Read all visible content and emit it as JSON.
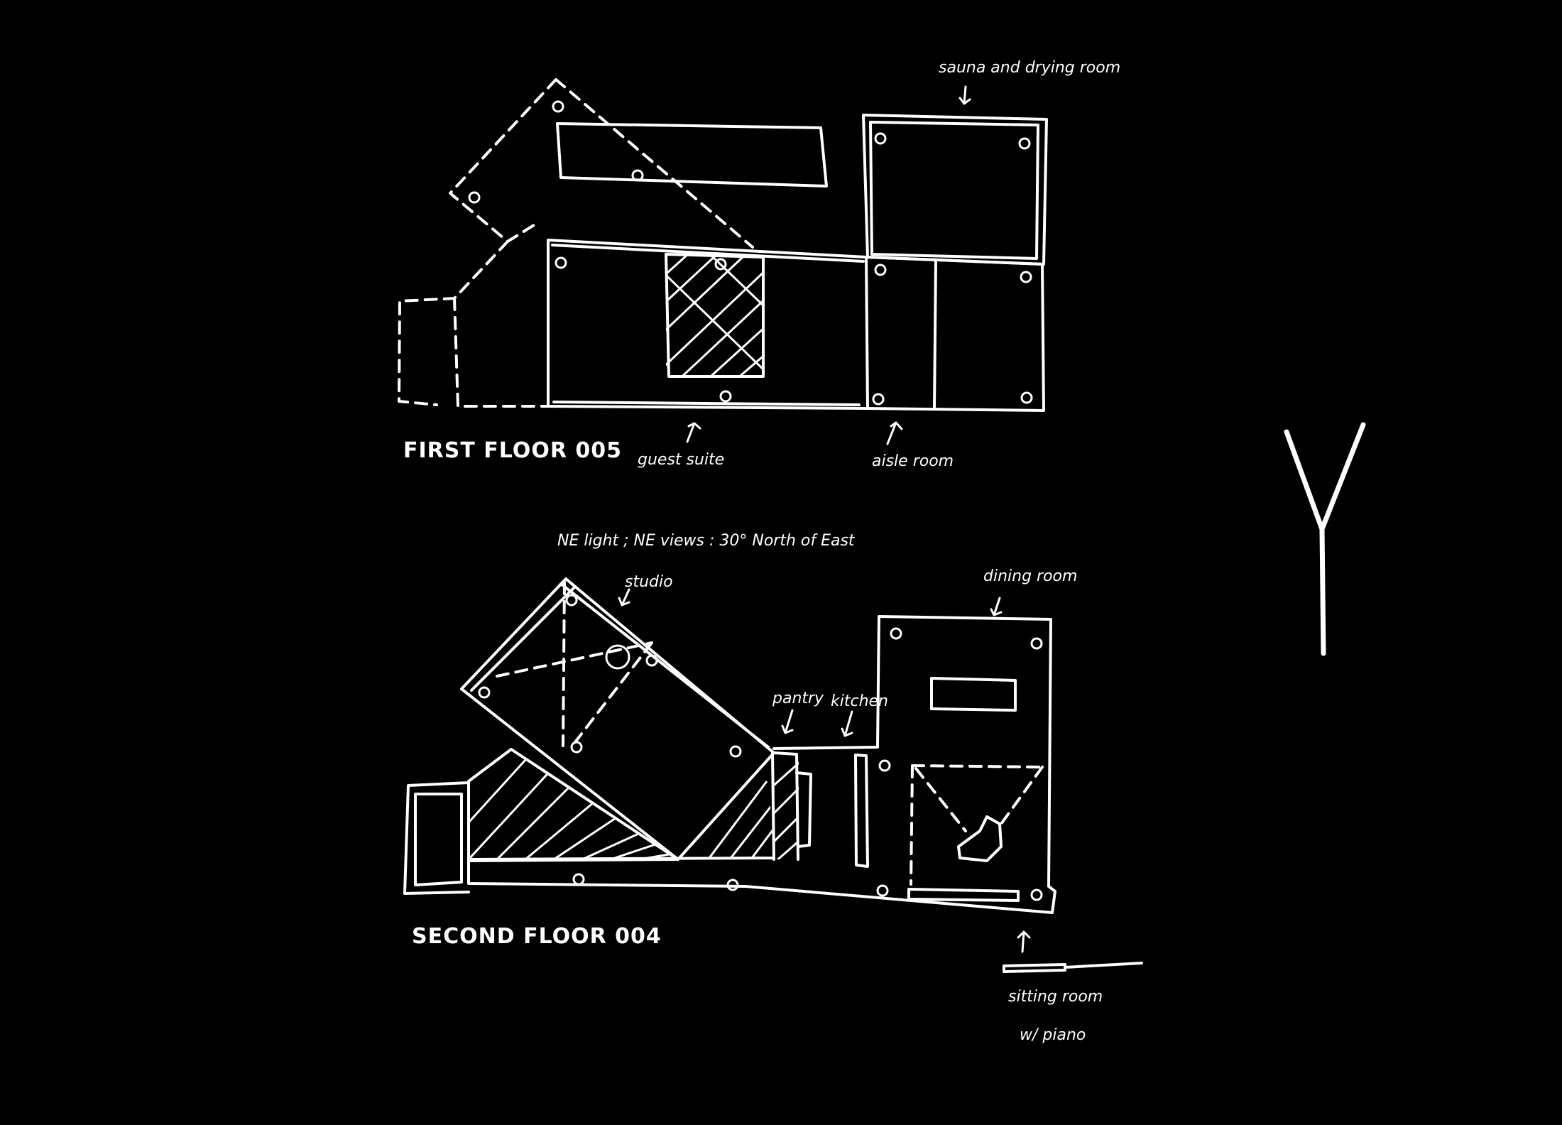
{
  "floors": {
    "first": {
      "title": "FIRST FLOOR 005",
      "notes": {
        "top_right": "sauna and drying room",
        "guest": "guest suite",
        "right": "aisle room"
      }
    },
    "second": {
      "title": "SECOND FLOOR 004",
      "notes": {
        "orientation": "NE light ; NE views : 30° North of East",
        "studio": "studio",
        "pantry": "pantry",
        "kitchen": "kitchen",
        "dining": "dining room",
        "sitting_line1": "sitting room",
        "sitting_line2": "w/ piano"
      }
    }
  },
  "mark": "Y",
  "colors": {
    "background": "#000000",
    "ink": "#ffffff"
  }
}
